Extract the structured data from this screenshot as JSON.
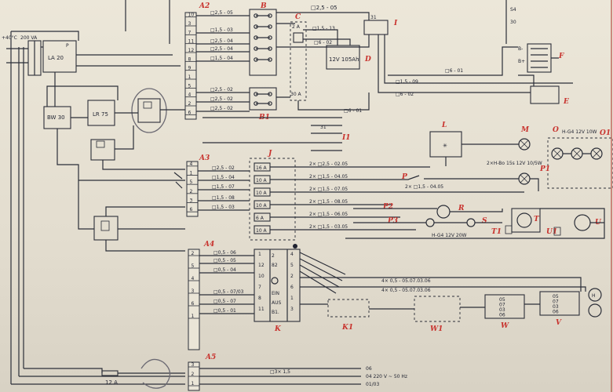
{
  "labels": {
    "A2": "A2",
    "A3": "A3",
    "A4": "A4",
    "A5": "A5",
    "B": "B",
    "B1": "B1",
    "C": "C",
    "D": "D",
    "E": "E",
    "F": "F",
    "I": "I",
    "I1": "I1",
    "J": "J",
    "K": "K",
    "K1": "K1",
    "L": "L",
    "M": "M",
    "O": "O",
    "O1": "O1",
    "P": "P",
    "P1": "P1",
    "P2": "P2",
    "P3": "P3",
    "R": "R",
    "S": "S",
    "T": "T",
    "T1": "T1",
    "U": "U",
    "U1": "U1",
    "V": "V",
    "W": "W",
    "W1": "W1"
  },
  "power_unit": {
    "rating": "200 VA",
    "prefix": "+40°C",
    "la20": "LA 20",
    "la20_p": "P",
    "bw30": "BW 30",
    "lr75": "LR 75"
  },
  "a2": {
    "terminals": [
      "10",
      "3",
      "7",
      "11",
      "12",
      "8",
      "9",
      "1",
      "5",
      "4",
      "2",
      "6"
    ],
    "wires": [
      "□2,5 - 05",
      "□1,5 - 03",
      "□2,5 - 04",
      "□2,5 - 04",
      "□1,5 - 04",
      "□2,5 - 02",
      "□2,5 - 02",
      "□2,5 - 02"
    ]
  },
  "battery": {
    "fuse": "2 A",
    "fuse_b": "30 A",
    "label": "12V  105Ah",
    "wire_top": "□2,5 - 05",
    "wire_c": "□1,5 - 13",
    "wire_d": "□6 - 02",
    "wire_a": "□1,5 - 09",
    "wire_b": "□6  - 02",
    "wire_c1": "□6 - 01",
    "wire_i": "□6 - 01",
    "relay_num": "31"
  },
  "generator": {
    "s4": "S4",
    "n30": "30",
    "b_minus": "B-",
    "b_plus": "B+",
    "wire": "□6 - 01"
  },
  "i1": {
    "num": "31"
  },
  "a3": {
    "terminals": [
      "4",
      "1",
      "5",
      "2",
      "3",
      "6"
    ],
    "wires": [
      "□2,5 - 02",
      "□1,5 - 04",
      "□1,5 - 07",
      "□1,5 - 08",
      "□1,5 - 03"
    ]
  },
  "j_fuses": [
    "16 A",
    "10 A",
    "10 A",
    "10 A",
    "6 A",
    "10 A"
  ],
  "right_wires": [
    "2× □2,5 - 02.05",
    "2× □1,5 - 04.05",
    "2× □1,5 - 07.05",
    "2× □1,5 - 08.05",
    "2× □1,5 - 06.05",
    "2× □1,5 - 03.05"
  ],
  "p_wire": "2× □1,5 - 04.05",
  "lamps": {
    "m_lamp": "2×H-Bo 15s 12V 10/5W",
    "o_lamp": "H-G4  12V 10W",
    "s_lamp": "H-G4  12V  20W"
  },
  "a4": {
    "terminals": [
      "2",
      "5",
      "4",
      "3",
      "6",
      "1"
    ],
    "wires": [
      "□0,5 - 06",
      "□0,5 - 05",
      "□0,5 - 04",
      "□0,5 - 07/03",
      "□0,5 - 07",
      "□0,5 - 01"
    ]
  },
  "k_block": {
    "left": [
      "1",
      "12",
      "10",
      "7",
      "8",
      "11"
    ],
    "inner": [
      "2",
      "82",
      "EIN",
      "AUS",
      "B1."
    ],
    "right": [
      "4",
      "5",
      "2",
      "6",
      "1",
      "3"
    ]
  },
  "w_wires": [
    "4× 0,5 - 05.07.03.06",
    "4× 0,5 - 05.07.03.06"
  ],
  "w_codes": [
    "05",
    "07",
    "03",
    "06"
  ],
  "v_codes": [
    "05",
    "07",
    "03",
    "06"
  ],
  "a5": {
    "terminals": [
      "3",
      "2",
      "1"
    ],
    "wire_a": "□3× 1,5",
    "fuse": "12 A",
    "out": [
      "06",
      "04 220 V ~ 50 Hz",
      "01/03"
    ]
  }
}
